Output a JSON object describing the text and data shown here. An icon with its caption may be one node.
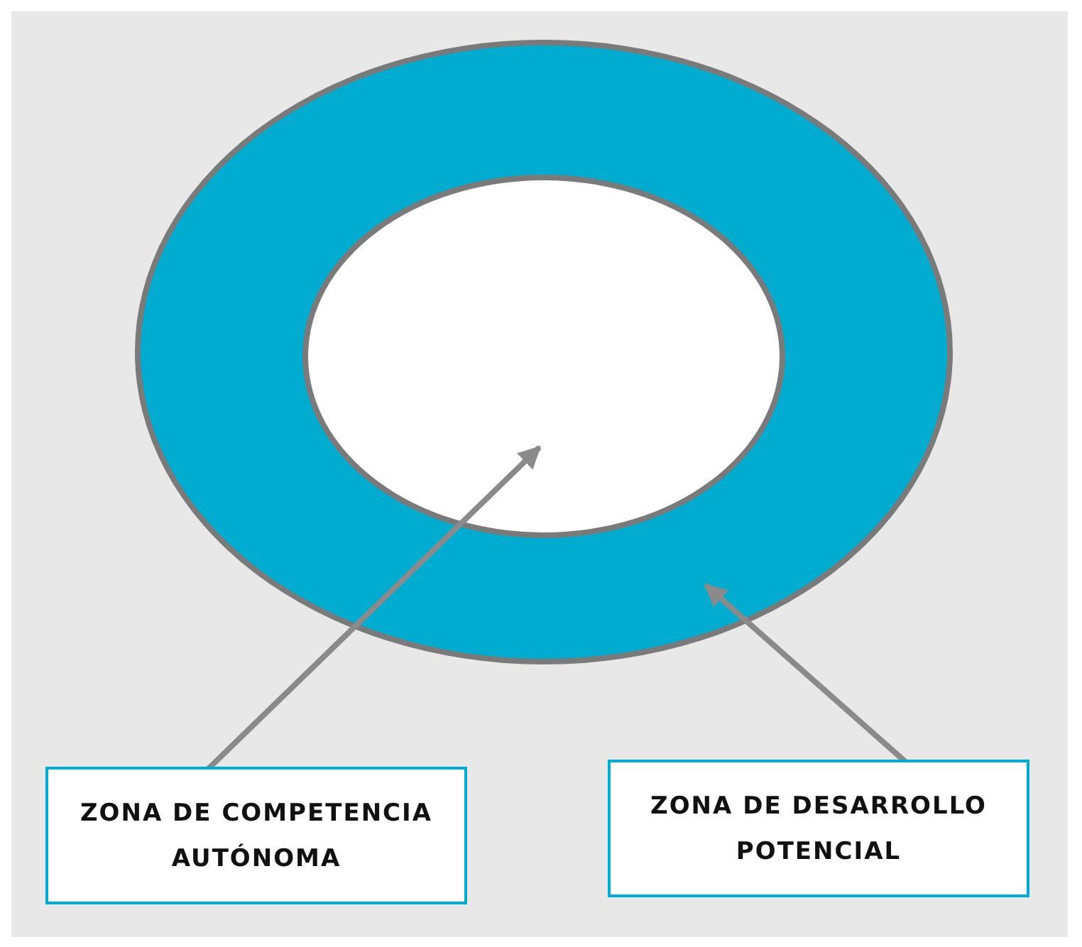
{
  "diagram": {
    "nodes": [
      {
        "text": [],
        "shape": "circle"
      },
      {
        "text": [],
        "shape": "circle",
        "in": 0
      },
      {
        "text": [
          "ZONA DE COMPETENCIA AUTÓNOMA"
        ]
      },
      {
        "text": [
          "ZONA DE DESARROLLO POTENCIAL"
        ]
      }
    ],
    "edges": [
      {
        "from": 2,
        "to": 1,
        "arrow": "to"
      },
      {
        "from": 3,
        "to": 0,
        "arrow": "to"
      }
    ]
  }
}
